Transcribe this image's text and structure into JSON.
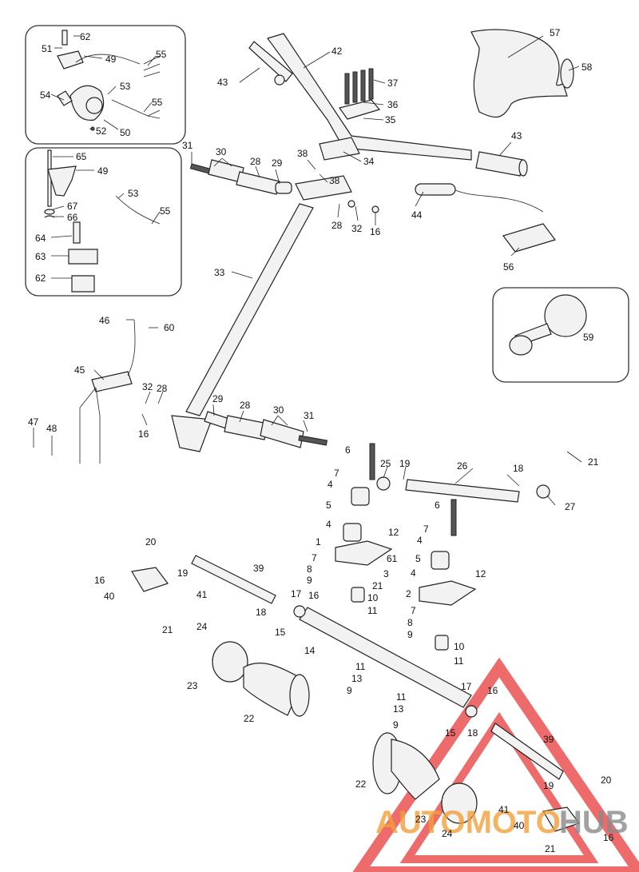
{
  "watermark": {
    "text_part1": "AUTOMOTO",
    "text_part2": "HUB",
    "color_red": "#e83a3a",
    "color_orange": "#f3a03a",
    "color_gray": "#8a8a8a"
  },
  "part_numbers": {
    "p1": "1",
    "p2": "2",
    "p3": "3",
    "p4a": "4",
    "p4b": "4",
    "p4c": "4",
    "p4d": "4",
    "p5a": "5",
    "p5b": "5",
    "p6a": "6",
    "p6b": "6",
    "p7a": "7",
    "p7b": "7",
    "p7c": "7",
    "p7d": "7",
    "p8a": "8",
    "p8b": "8",
    "p9a": "9",
    "p9b": "9",
    "p9c": "9",
    "p9d": "9",
    "p10a": "10",
    "p10b": "10",
    "p11a": "11",
    "p11b": "11",
    "p11c": "11",
    "p11d": "11",
    "p12a": "12",
    "p12b": "12",
    "p13a": "13",
    "p13b": "13",
    "p14": "14",
    "p15a": "15",
    "p15b": "15",
    "p16a": "16",
    "p16b": "16",
    "p16c": "16",
    "p16d": "16",
    "p16e": "16",
    "p16f": "16",
    "p17a": "17",
    "p17b": "17",
    "p18a": "18",
    "p18b": "18",
    "p18c": "18",
    "p19a": "19",
    "p19b": "19",
    "p19c": "19",
    "p20a": "20",
    "p20b": "20",
    "p21a": "21",
    "p21b": "21",
    "p21c": "21",
    "p21d": "21",
    "p22a": "22",
    "p22b": "22",
    "p23a": "23",
    "p23b": "23",
    "p24a": "24",
    "p24b": "24",
    "p25": "25",
    "p26": "26",
    "p27": "27",
    "p28a": "28",
    "p28b": "28",
    "p28c": "28",
    "p28d": "28",
    "p29a": "29",
    "p29b": "29",
    "p30a": "30",
    "p30b": "30",
    "p31a": "31",
    "p31b": "31",
    "p32a": "32",
    "p32b": "32",
    "p33": "33",
    "p34": "34",
    "p35": "35",
    "p36": "36",
    "p37": "37",
    "p38a": "38",
    "p38b": "38",
    "p39a": "39",
    "p39b": "39",
    "p40a": "40",
    "p40b": "40",
    "p41a": "41",
    "p41b": "41",
    "p42": "42",
    "p43a": "43",
    "p43b": "43",
    "p44": "44",
    "p45": "45",
    "p46": "46",
    "p47": "47",
    "p48": "48",
    "p49a": "49",
    "p49b": "49",
    "p50": "50",
    "p51": "51",
    "p52": "52",
    "p53a": "53",
    "p53b": "53",
    "p54": "54",
    "p55a": "55",
    "p55b": "55",
    "p55c": "55",
    "p56": "56",
    "p57": "57",
    "p58": "58",
    "p59": "59",
    "p60": "60",
    "p61": "61",
    "p62a": "62",
    "p62b": "62",
    "p63": "63",
    "p64": "64",
    "p65": "65",
    "p66": "66",
    "p67": "67"
  }
}
